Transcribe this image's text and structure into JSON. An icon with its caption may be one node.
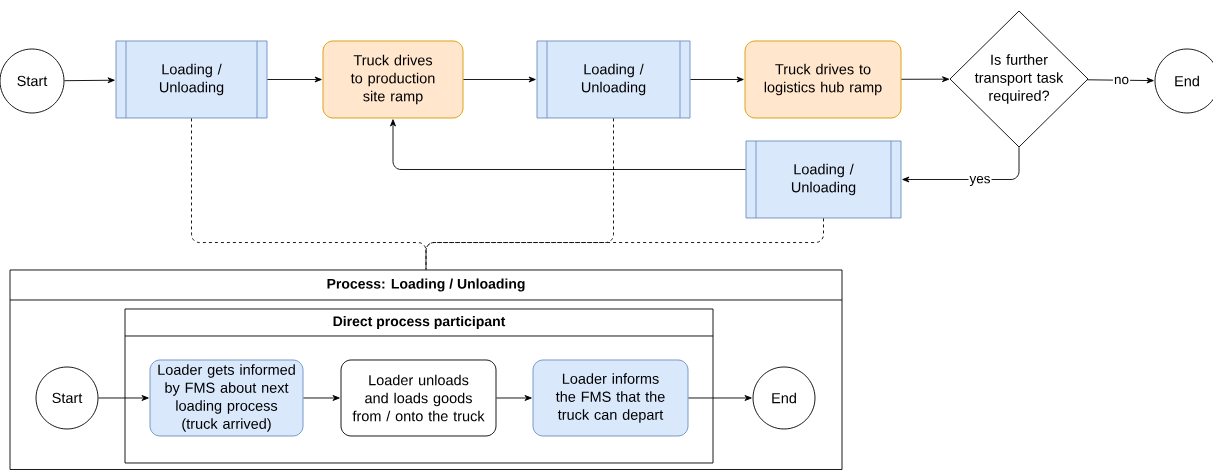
{
  "diagram": {
    "nodes": [
      {
        "text": [
          "Start"
        ]
      },
      {
        "text": [
          "Loading / Unloading"
        ]
      },
      {
        "text": [
          "Truck drives to production site ramp"
        ]
      },
      {
        "text": [
          "Loading / Unloading"
        ]
      },
      {
        "text": [
          "Truck drives to logistics hub ramp"
        ]
      },
      {
        "text": [
          "Is further transport task required?"
        ]
      },
      {
        "text": [
          "End"
        ]
      },
      {
        "text": [
          "Loading / Unloading"
        ]
      },
      {
        "text": [
          "Process: Loading / Unloading"
        ]
      },
      {
        "text": [
          "Direct process participant"
        ],
        "in": 8
      },
      {
        "text": [
          "Start"
        ],
        "in": 8
      },
      {
        "text": [
          "Loader gets informed by FMS about next loading process (truck arrived)"
        ],
        "in": 9
      },
      {
        "text": [
          "Loader unloads and loads goods from / onto the truck"
        ],
        "in": 9
      },
      {
        "text": [
          "Loader informs the FMS that the truck can depart"
        ],
        "in": 9
      },
      {
        "text": [
          "End"
        ],
        "in": 8
      }
    ],
    "edges": [
      {
        "from": 0,
        "to": 1,
        "arrow": "to"
      },
      {
        "from": 1,
        "to": 2,
        "arrow": "to"
      },
      {
        "from": 2,
        "to": 3,
        "arrow": "to"
      },
      {
        "from": 3,
        "to": 4,
        "arrow": "to"
      },
      {
        "from": 4,
        "to": 5,
        "arrow": "to"
      },
      {
        "from": 5,
        "to": 6,
        "arrow": "to",
        "label": "no"
      },
      {
        "from": 5,
        "to": 7,
        "arrow": "to",
        "label": "yes"
      },
      {
        "from": 7,
        "to": 2,
        "arrow": "to"
      },
      {
        "from": 1,
        "to": 8,
        "arrow": "none",
        "style": "dashed"
      },
      {
        "from": 3,
        "to": 8,
        "arrow": "none",
        "style": "dashed"
      },
      {
        "from": 7,
        "to": 8,
        "arrow": "none",
        "style": "dashed"
      },
      {
        "from": 10,
        "to": 11,
        "arrow": "to"
      },
      {
        "from": 11,
        "to": 12,
        "arrow": "to"
      },
      {
        "from": 12,
        "to": 13,
        "arrow": "to"
      },
      {
        "from": 13,
        "to": 14,
        "arrow": "to"
      }
    ]
  }
}
